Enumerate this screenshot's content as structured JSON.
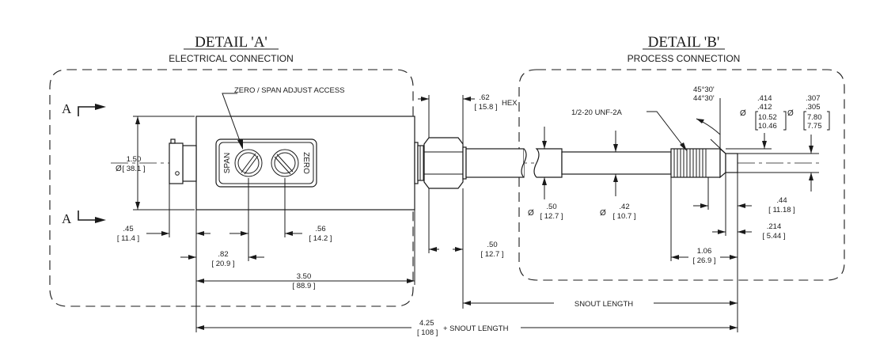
{
  "detail_a": {
    "title": "DETAIL 'A'",
    "subtitle": "ELECTRICAL CONNECTION",
    "callout": "ZERO / SPAN ADJUST ACCESS",
    "span_label": "SPAN",
    "zero_label": "ZERO",
    "section_letter_top": "A",
    "section_letter_bottom": "A"
  },
  "detail_b": {
    "title": "DETAIL 'B'",
    "subtitle": "PROCESS CONNECTION",
    "thread_callout": "1/2-20 UNF-2A",
    "angle_1": "45°30'",
    "angle_2": "44°30'"
  },
  "dimensions": {
    "dia_symbol": "Ø",
    "body_dia": {
      "in": "1.50",
      "mm": "[ 38.1 ]"
    },
    "d045": {
      "in": ".45",
      "mm": "[ 11.4 ]"
    },
    "d082": {
      "in": ".82",
      "mm": "[ 20.9 ]"
    },
    "d056": {
      "in": ".56",
      "mm": "[ 14.2 ]"
    },
    "d350": {
      "in": "3.50",
      "mm": "[ 88.9 ]"
    },
    "hex": {
      "in": ".62",
      "mm": "[ 15.8 ]",
      "suffix": "HEX"
    },
    "d050_hex": {
      "in": ".50",
      "mm": "[ 12.7 ]"
    },
    "snout_dia": {
      "in": ".50",
      "mm": "[ 12.7 ]"
    },
    "stem_dia": {
      "in": ".42",
      "mm": "[ 10.7 ]"
    },
    "thread_dia": {
      "in1": ".414",
      "in2": ".412",
      "mm1": "10.52",
      "mm2": "10.46"
    },
    "tip_dia": {
      "in1": ".307",
      "in2": ".305",
      "mm1": "7.80",
      "mm2": "7.75"
    },
    "d044": {
      "in": ".44",
      "mm": "[ 11.18 ]"
    },
    "d214": {
      "in": ".214",
      "mm": "[ 5.44 ]"
    },
    "d106": {
      "in": "1.06",
      "mm": "[ 26.9 ]"
    },
    "snout_length": "SNOUT LENGTH",
    "overall": {
      "in": "4.25",
      "mm": "[ 108 ]",
      "suffix": "+ SNOUT LENGTH"
    }
  }
}
